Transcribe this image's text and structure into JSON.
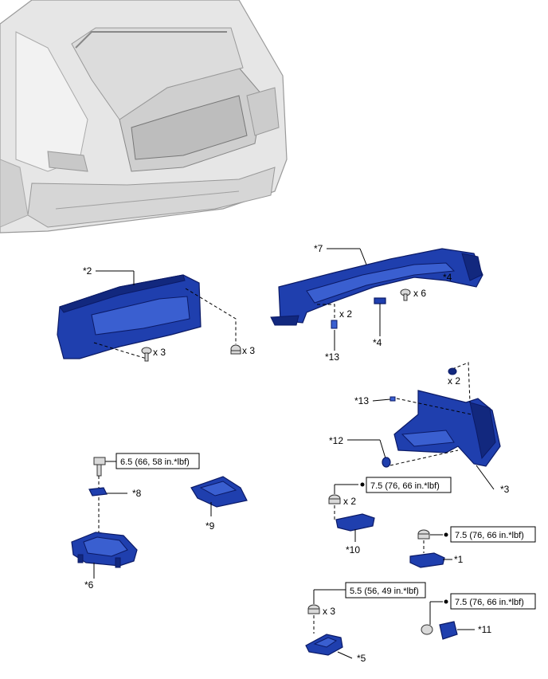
{
  "callouts": {
    "c1": "*1",
    "c2": "*2",
    "c3": "*3",
    "c4a": "*4",
    "c4b": "*4",
    "c5": "*5",
    "c6": "*6",
    "c7": "*7",
    "c8": "*8",
    "c9": "*9",
    "c10": "*10",
    "c11": "*11",
    "c12": "*12",
    "c13a": "*13",
    "c13b": "*13"
  },
  "quantities": {
    "q_left_bolt": "x 3",
    "q_left_clip": "x 3",
    "q_top_clip": "x 2",
    "q_top_screw": "x 6",
    "q_right_clip": "x 2",
    "q_bolt10": "x 2",
    "q_bolt5": "x 3"
  },
  "torques": {
    "t8": "6.5 (66, 58 in.*lbf)",
    "t10": "7.5 (76, 66 in.*lbf)",
    "t1": "7.5 (76, 66 in.*lbf)",
    "t5": "5.5 (56, 49 in.*lbf)",
    "t11": "7.5 (76, 66 in.*lbf)"
  },
  "colors": {
    "part_blue": "#1f3fae",
    "lead": "#000000"
  }
}
